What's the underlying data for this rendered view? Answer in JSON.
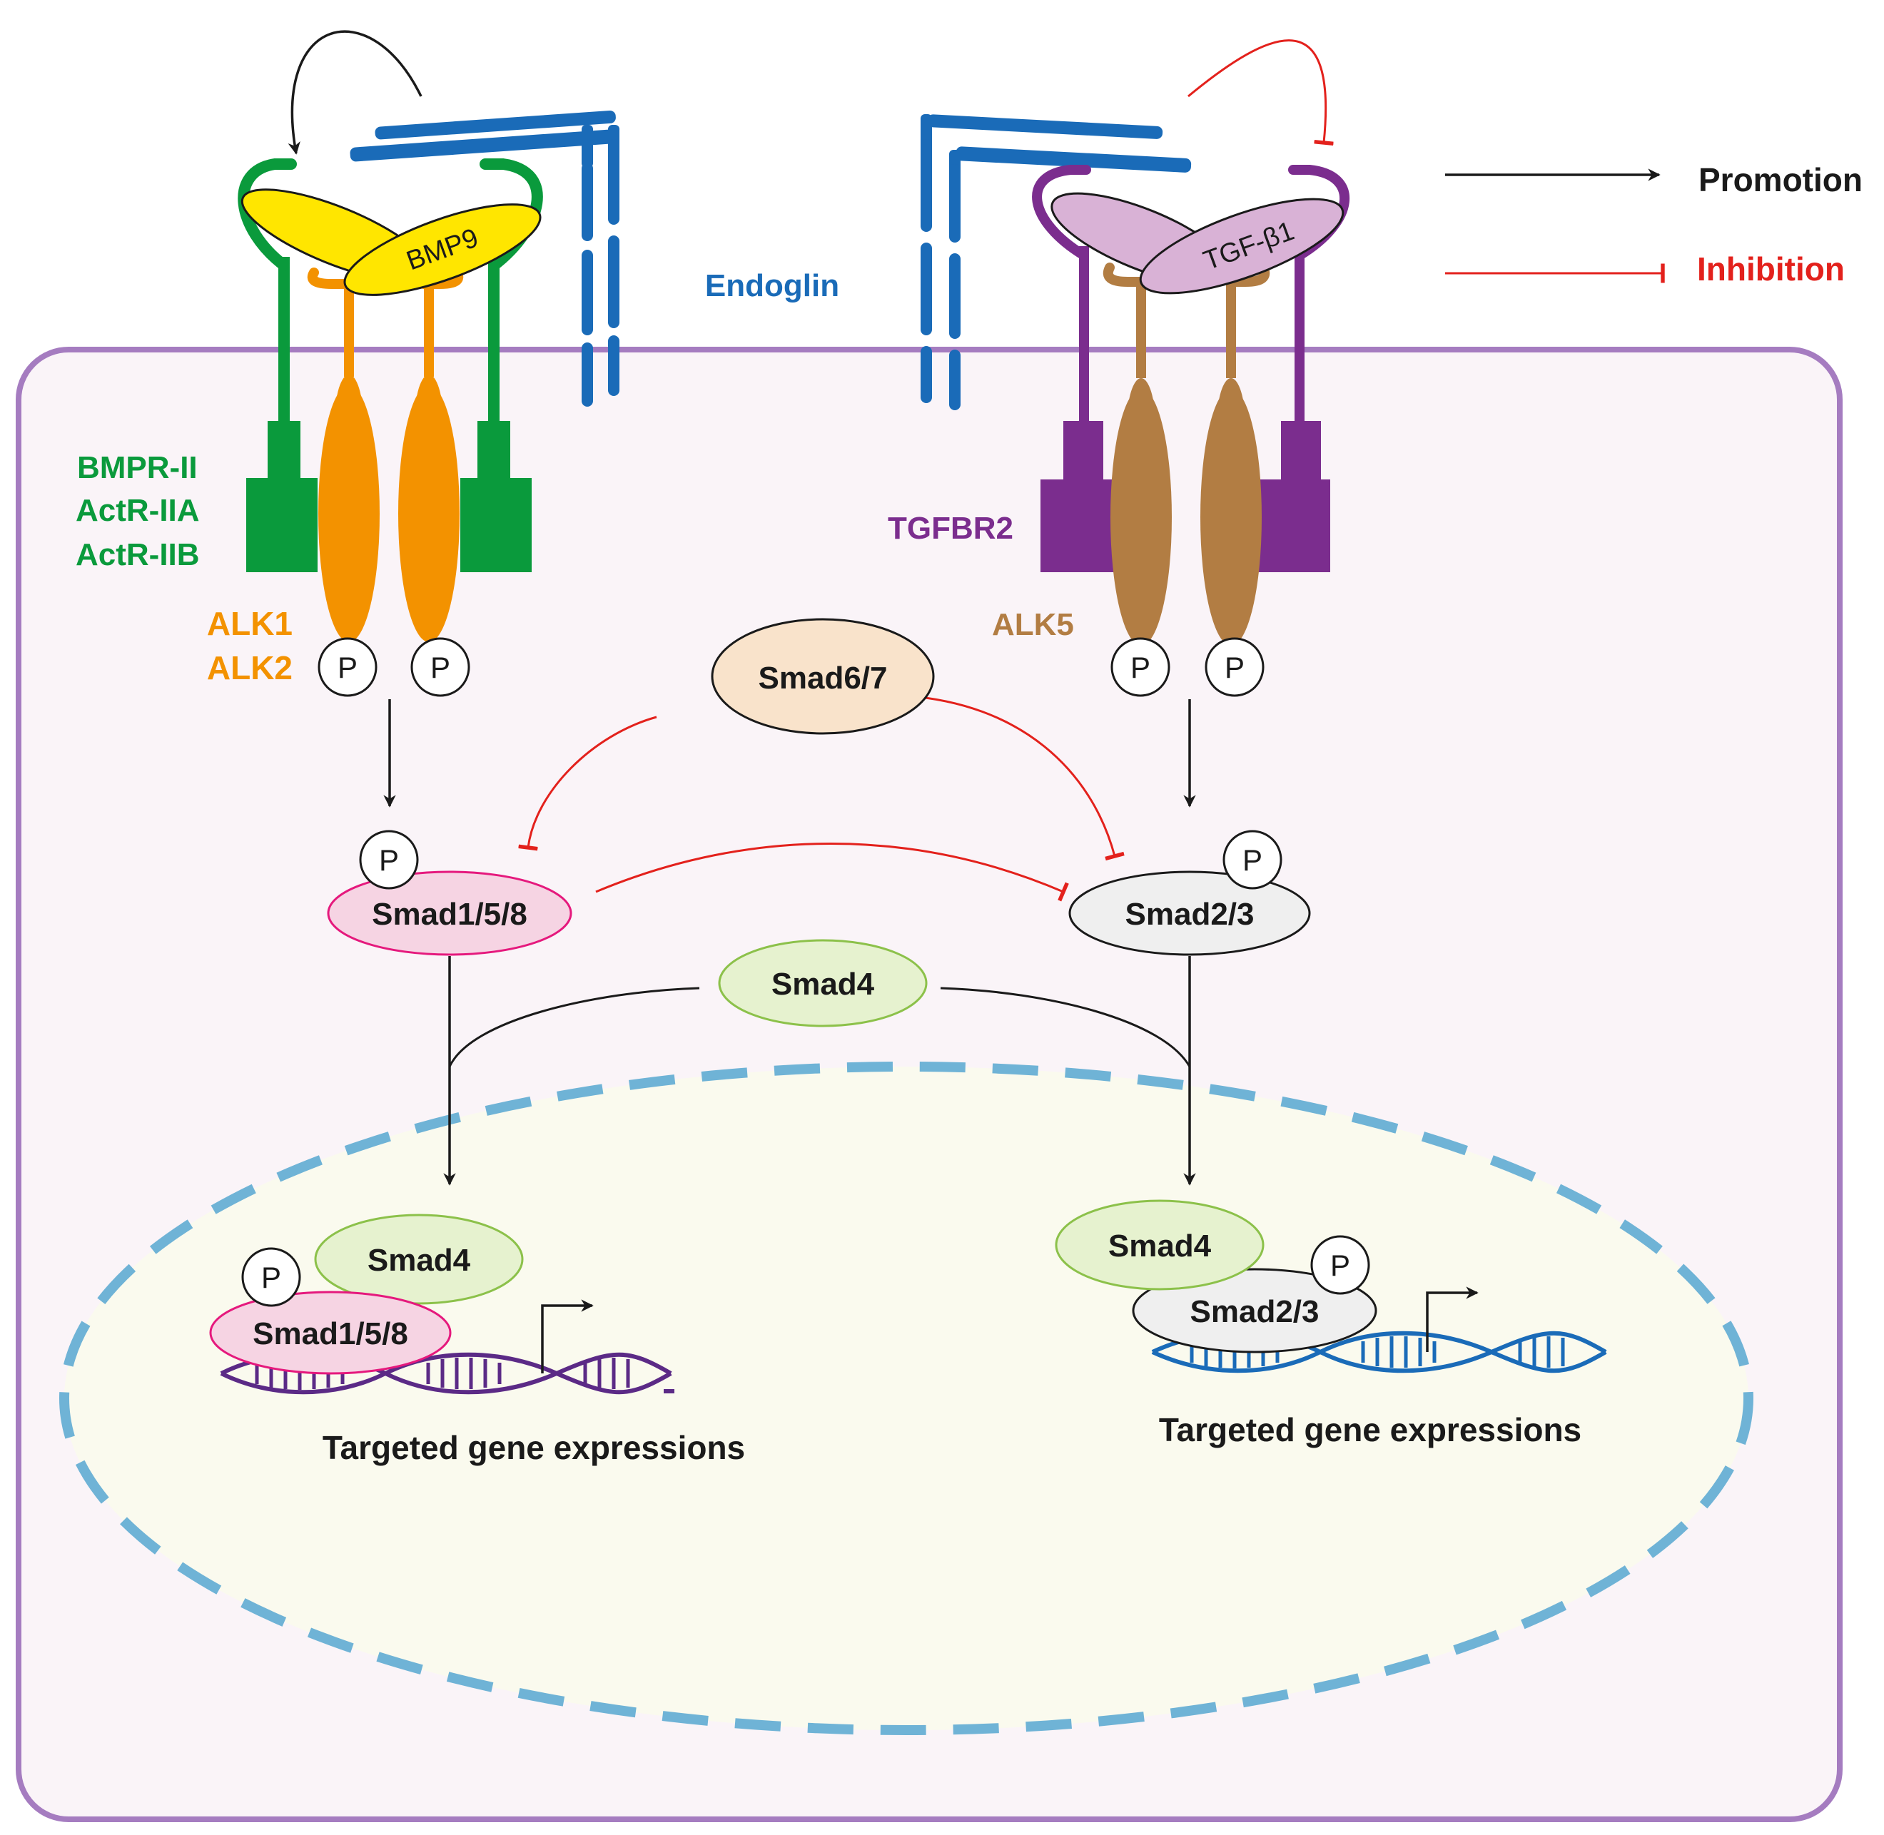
{
  "colors": {
    "bmp_receptor": "#0a9a3c",
    "alk12": "#f39200",
    "endoglin": "#1a6bb8",
    "tgfbr2": "#7b2d8e",
    "alk5": "#b27d43",
    "bmp9_fill": "#ffe600",
    "tgfb1_fill": "#d9b2d6",
    "inhibition": "#e3211c",
    "promotion": "#1a1a1a",
    "cell_border": "#a57cc0",
    "cell_fill": "#faf4f8",
    "nucleus_border": "#6fb3d6",
    "nucleus_fill": "#fafaee"
  },
  "legend": {
    "promotion_label": "Promotion",
    "inhibition_label": "Inhibition"
  },
  "ligands": {
    "bmp9": "BMP9",
    "tgfb1": "TGF-β1"
  },
  "receptors": {
    "endoglin": "Endoglin",
    "bmpr_lines": [
      "BMPR-II",
      "ActR-IIA",
      "ActR-IIB"
    ],
    "alk_lines": [
      "ALK1",
      "ALK2"
    ],
    "tgfbr2": "TGFBR2",
    "alk5": "ALK5"
  },
  "phospho": "P",
  "nodes": {
    "smad67": "Smad6/7",
    "smad158": "Smad1/5/8",
    "smad23": "Smad2/3",
    "smad4": "Smad4"
  },
  "nucleus": {
    "left_smad4": "Smad4",
    "left_smad158": "Smad1/5/8",
    "right_smad4": "Smad4",
    "right_smad23": "Smad2/3",
    "left_caption": "Targeted gene expressions",
    "right_caption": "Targeted gene expressions"
  }
}
